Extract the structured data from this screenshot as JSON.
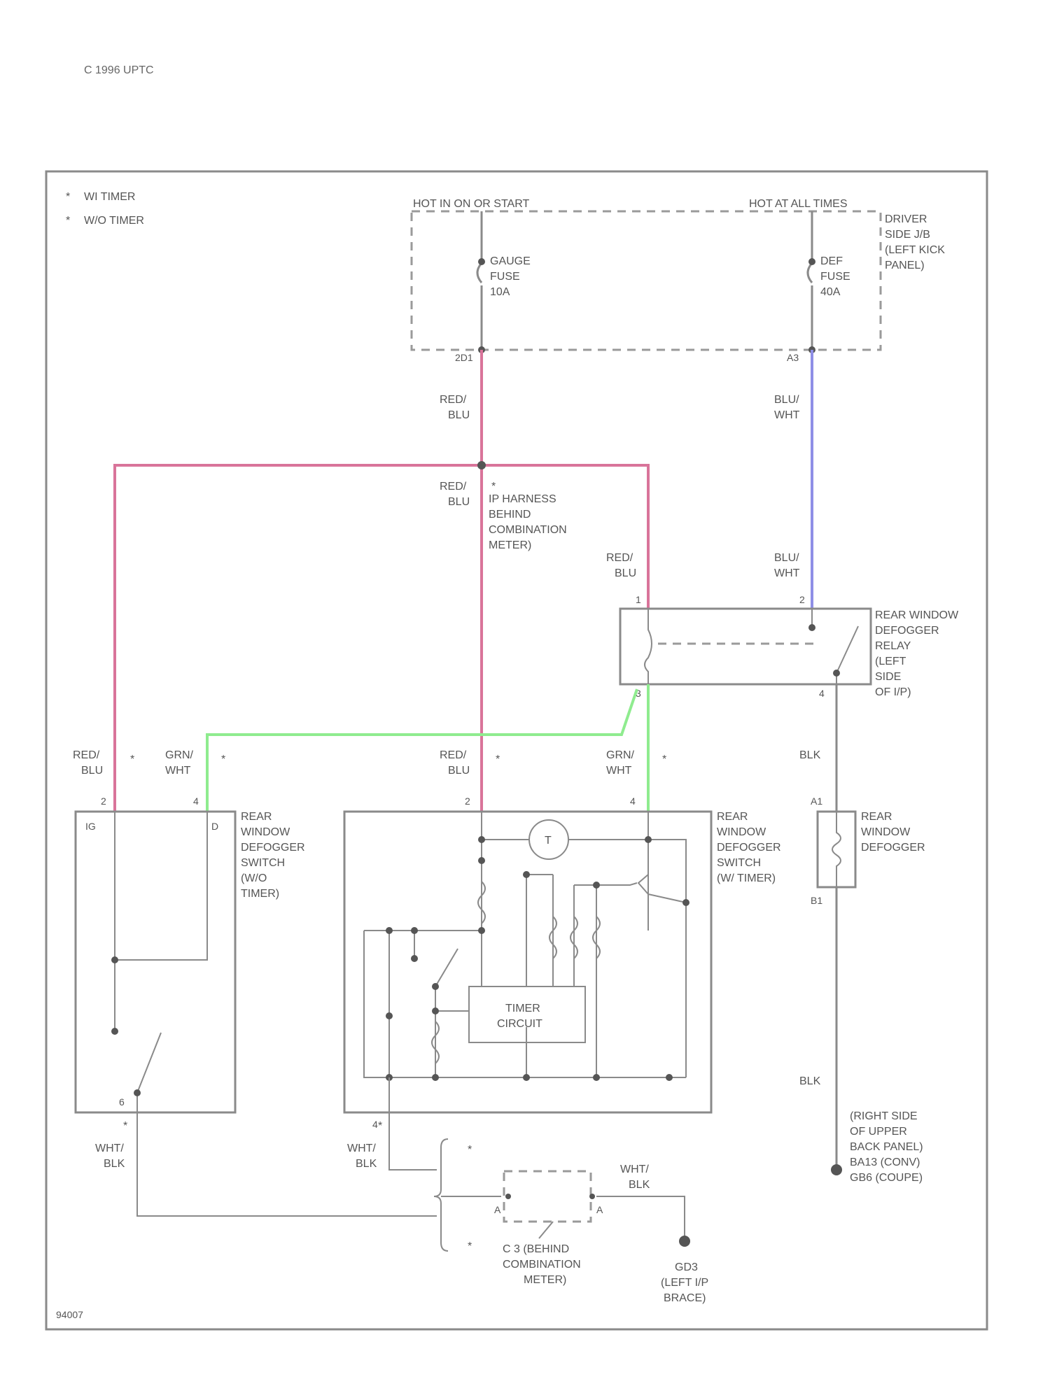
{
  "copyright": "C 1996 UPTC",
  "legend": {
    "with_timer": "WI TIMER",
    "without_timer": "W/O TIMER"
  },
  "footnote": "94007",
  "power": {
    "hot_in_on_start": "HOT IN ON OR START",
    "hot_at_all_times": "HOT AT ALL TIMES",
    "fuse_box": [
      "DRIVER",
      "SIDE J/B",
      "(LEFT KICK",
      "PANEL)"
    ],
    "gauge_fuse": [
      "GAUGE",
      "FUSE",
      "10A"
    ],
    "def_fuse": [
      "DEF",
      "FUSE",
      "40A"
    ],
    "gauge_pin": "2D1",
    "def_pin": "A3"
  },
  "wires": {
    "red_blu": [
      "RED/",
      "BLU"
    ],
    "blu_wht": [
      "BLU/",
      "WHT"
    ],
    "grn_wht": [
      "GRN/",
      "WHT"
    ],
    "wht_blk": [
      "WHT/",
      "BLK"
    ],
    "blk": "BLK"
  },
  "ip_harness": [
    "IP HARNESS",
    "BEHIND",
    "COMBINATION",
    "METER)"
  ],
  "relay": {
    "label": [
      "REAR WINDOW",
      "DEFOGGER",
      "RELAY",
      "(LEFT",
      "SIDE",
      "OF I/P)"
    ],
    "pin_coil_in": "1",
    "pin_coil_out": "3",
    "pin_contact_in": "2",
    "pin_contact_out": "4"
  },
  "switch_wo": {
    "label": [
      "REAR",
      "WINDOW",
      "DEFOGGER",
      "SWITCH",
      "(W/O",
      "TIMER)"
    ],
    "pin_left": "2",
    "pin_right": "4",
    "pin_bottom": "6",
    "letter_ig": "IG",
    "letter_d": "D"
  },
  "switch_w": {
    "label": [
      "REAR",
      "WINDOW",
      "DEFOGGER",
      "SWITCH",
      "(W/ TIMER)"
    ],
    "pin_left": "2",
    "pin_right": "4",
    "pin_bottom": "4",
    "timer_circuit": [
      "TIMER",
      "CIRCUIT"
    ],
    "meter_symbol": "T"
  },
  "defogger": {
    "label": [
      "REAR",
      "WINDOW",
      "DEFOGGER"
    ],
    "pin_top": "A1",
    "pin_bottom": "B1"
  },
  "ground_right": [
    "(RIGHT SIDE",
    "OF UPPER",
    "BACK PANEL)",
    "BA13 (CONV)",
    "GB6 (COUPE)"
  ],
  "connector": {
    "label": [
      "C 3 (BEHIND",
      "COMBINATION",
      "METER)"
    ],
    "pin_left": "A",
    "pin_right": "A"
  },
  "ground_bottom": [
    "GD3",
    "(LEFT I/P",
    "BRACE)"
  ],
  "markers": {
    "with": "*",
    "without": "*"
  }
}
